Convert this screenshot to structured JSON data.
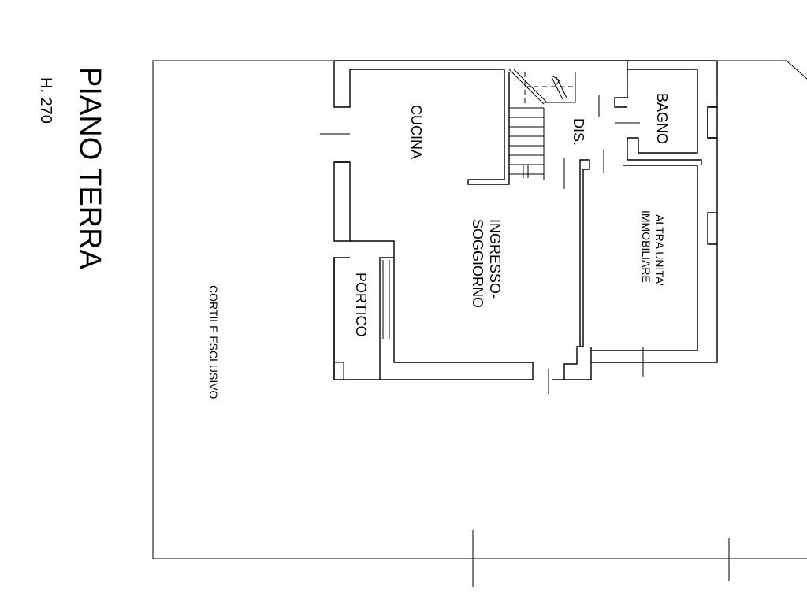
{
  "title": "PIANO TERRA",
  "height_label": "H. 270",
  "rooms": {
    "cucina": "CUCINA",
    "bagno": "BAGNO",
    "dis": "DIS.",
    "ingresso_line1": "INGRESSO-",
    "ingresso_line2": "SOGGIORNO",
    "altra_line1": "ALTRA UNITA'",
    "altra_line2": "IMMOBILIARE",
    "portico": "PORTICO",
    "cortile": "CORTILE ESCLUSIVO"
  }
}
